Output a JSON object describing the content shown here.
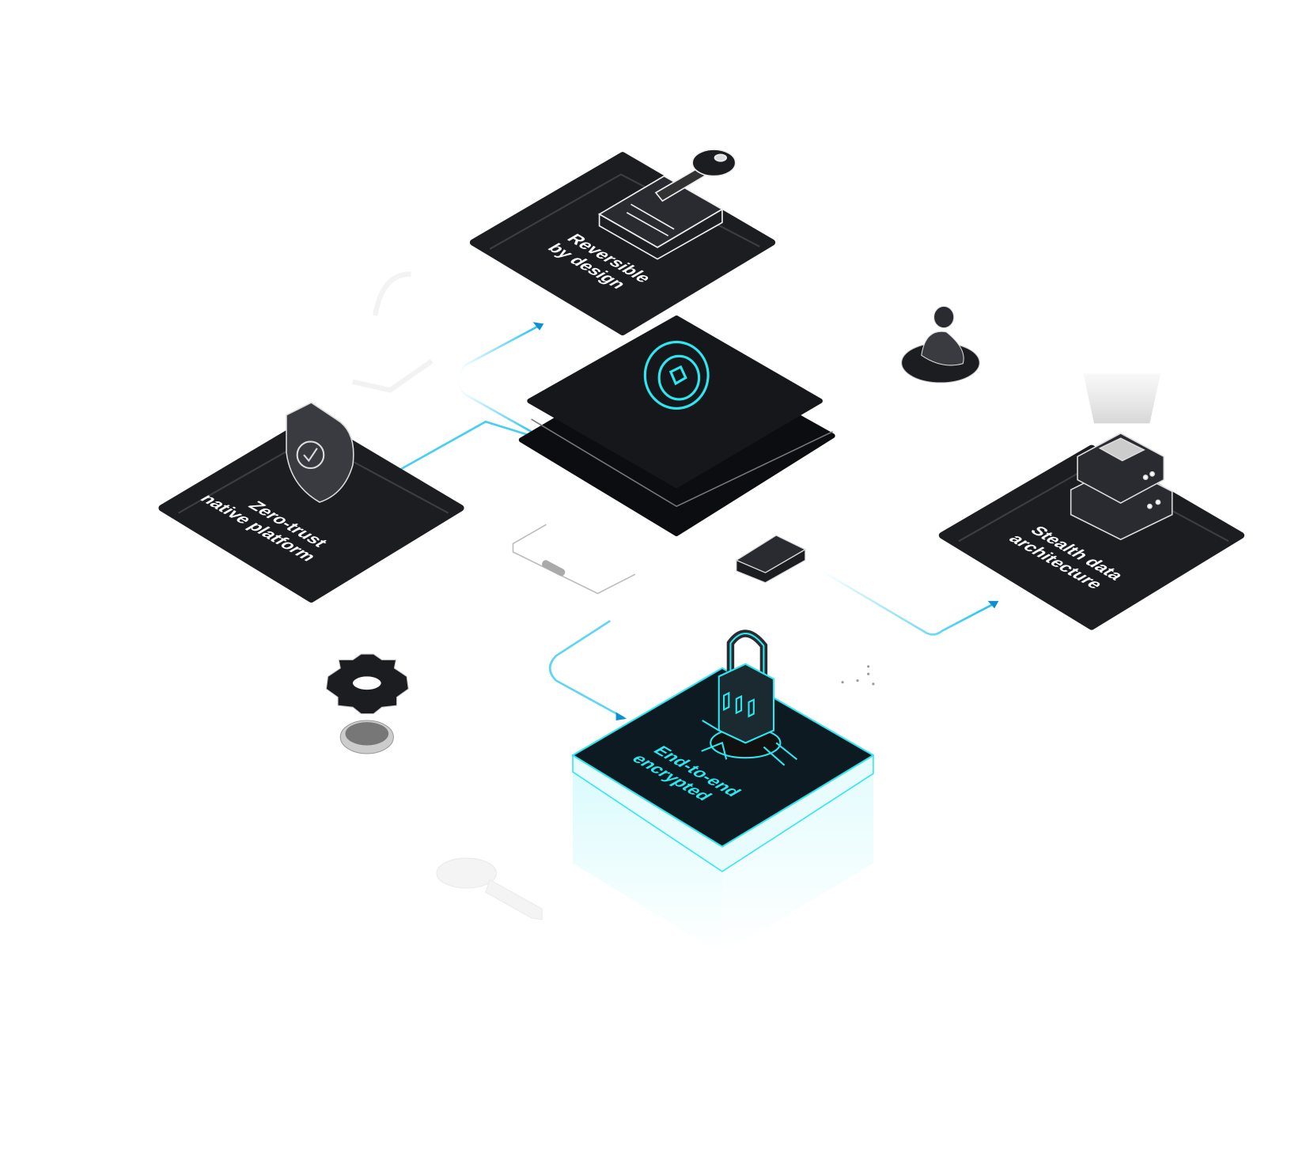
{
  "diagram": {
    "tiles": [
      {
        "id": "reversible",
        "lines": [
          "Reversible",
          "by design"
        ],
        "icon": "key-in-card-icon"
      },
      {
        "id": "zero-trust",
        "lines": [
          "Zero-trust",
          "native platform"
        ],
        "icon": "shield-check-icon"
      },
      {
        "id": "stealth",
        "lines": [
          "Stealth data",
          "architecture"
        ],
        "icon": "server-stack-icon"
      },
      {
        "id": "e2e",
        "lines": [
          "End-to-end",
          "encrypted"
        ],
        "icon": "padlock-icon"
      }
    ],
    "center_icon": "brand-logo-icon",
    "colors": {
      "tile": "#1c1d21",
      "accent": "#19c3f0",
      "cyan": "#2ee6f0",
      "bg": "#ffffff"
    }
  }
}
